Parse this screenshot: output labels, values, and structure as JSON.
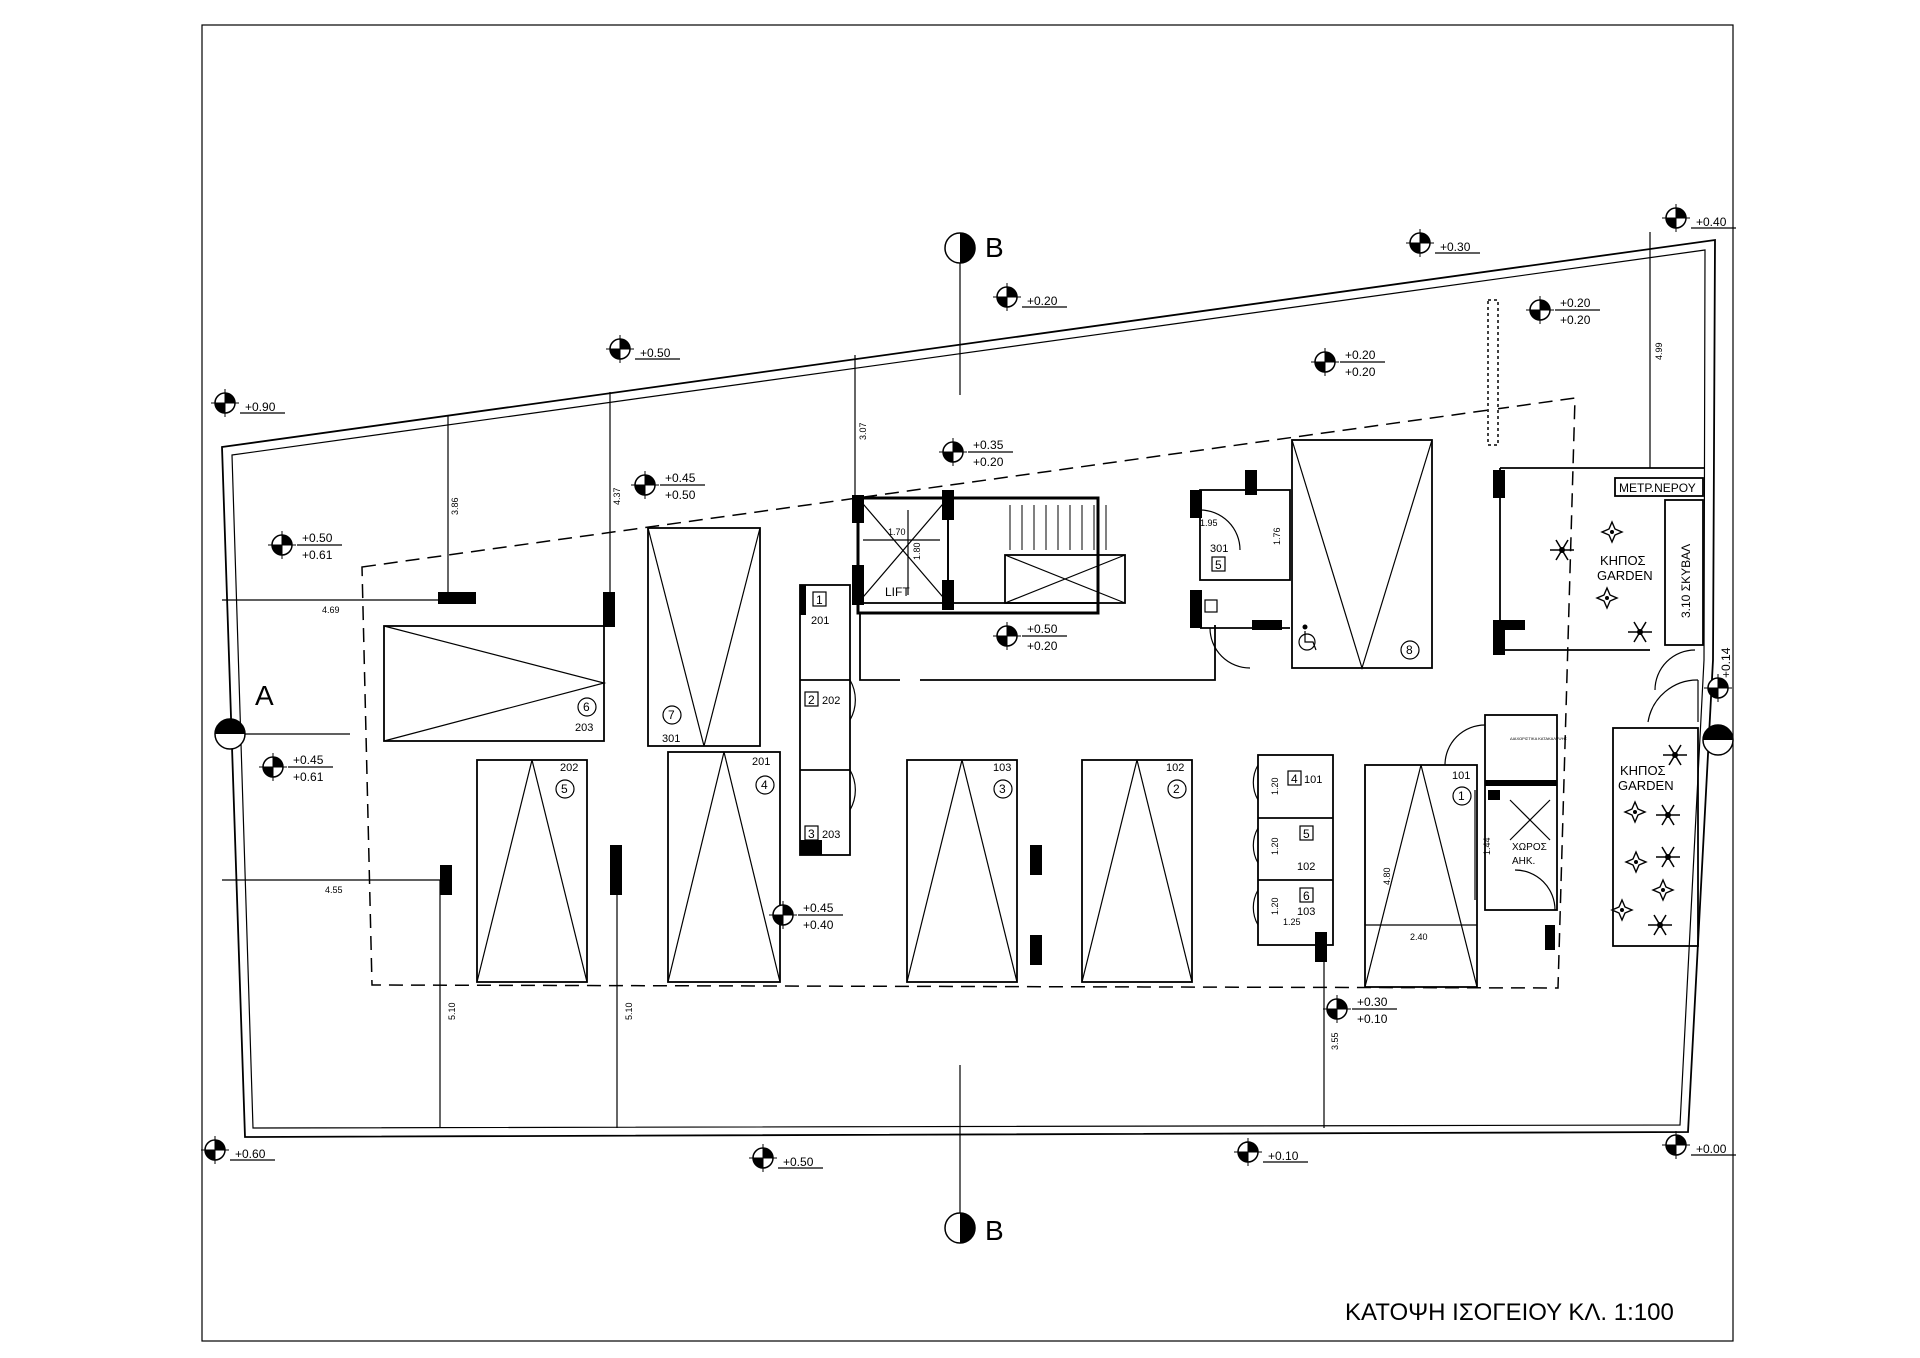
{
  "title": "ΚΑΤΟΨΗ ΙΣΟΓΕΙΟΥ ΚΛ. 1:100",
  "sections": {
    "a": "A",
    "b": "B"
  },
  "lift_label": "LIFT",
  "water_meter": "ΜΕΤΡ.ΝΕΡΟΥ",
  "garden": {
    "gr": "ΚΗΠΟΣ",
    "en": "GARDEN"
  },
  "bins": "3.10 ΣΚΥΒΑΛ",
  "storage": {
    "l1": "ΧΩΡΟΣ",
    "l2": "ΑΗΚ."
  },
  "small_note": "ΔΙΑΧΩΡΙΣΤΙΚΑ ΚΑΤΑΚΑΛΥΨΗΣ",
  "levels": [
    {
      "id": "l1",
      "a": "+0.90"
    },
    {
      "id": "l2",
      "a": "+0.50"
    },
    {
      "id": "l3",
      "a": "+0.20"
    },
    {
      "id": "l4",
      "a": "+0.30"
    },
    {
      "id": "l5",
      "a": "+0.40"
    },
    {
      "id": "l6",
      "a": "+0.20",
      "b": "+0.20"
    },
    {
      "id": "l7",
      "a": "+0.20",
      "b": "+0.20"
    },
    {
      "id": "l8",
      "a": "+0.35",
      "b": "+0.20"
    },
    {
      "id": "l9",
      "a": "+0.45",
      "b": "+0.50"
    },
    {
      "id": "l10",
      "a": "+0.50",
      "b": "+0.61"
    },
    {
      "id": "l11",
      "a": "+0.45",
      "b": "+0.61"
    },
    {
      "id": "l12",
      "a": "+0.50",
      "b": "+0.20"
    },
    {
      "id": "l13",
      "a": "+0.45",
      "b": "+0.40"
    },
    {
      "id": "l14",
      "a": "+0.30",
      "b": "+0.10"
    },
    {
      "id": "l15",
      "a": "+0.60"
    },
    {
      "id": "l16",
      "a": "+0.50"
    },
    {
      "id": "l17",
      "a": "+0.10"
    },
    {
      "id": "l18",
      "a": "+0.00"
    },
    {
      "id": "l19",
      "a": "+0.14"
    }
  ],
  "dimensions": [
    {
      "id": "d1",
      "v": "3.86"
    },
    {
      "id": "d2",
      "v": "4.37"
    },
    {
      "id": "d3",
      "v": "3.07"
    },
    {
      "id": "d4",
      "v": "4.99"
    },
    {
      "id": "d5",
      "v": "4.69"
    },
    {
      "id": "d6",
      "v": "4.55"
    },
    {
      "id": "d7",
      "v": "5.10"
    },
    {
      "id": "d8",
      "v": "5.10"
    },
    {
      "id": "d9",
      "v": "3.55"
    },
    {
      "id": "d10",
      "v": "1.70"
    },
    {
      "id": "d11",
      "v": "1.80"
    },
    {
      "id": "d12",
      "v": "1.95"
    },
    {
      "id": "d13",
      "v": "1.76"
    },
    {
      "id": "d14",
      "v": "1.20"
    },
    {
      "id": "d15",
      "v": "1.20"
    },
    {
      "id": "d16",
      "v": "1.20"
    },
    {
      "id": "d17",
      "v": "1.25"
    },
    {
      "id": "d18",
      "v": "4.80"
    },
    {
      "id": "d19",
      "v": "2.40"
    },
    {
      "id": "d20",
      "v": "1.44"
    }
  ],
  "parking": [
    {
      "id": "p1",
      "num": "1",
      "apt": "101"
    },
    {
      "id": "p2",
      "num": "2",
      "apt": "102"
    },
    {
      "id": "p3",
      "num": "3",
      "apt": "103"
    },
    {
      "id": "p4",
      "num": "4",
      "apt": "201"
    },
    {
      "id": "p5",
      "num": "5",
      "apt": "202"
    },
    {
      "id": "p6",
      "num": "6",
      "apt": "203"
    },
    {
      "id": "p7",
      "num": "7",
      "apt": "301"
    },
    {
      "id": "p8",
      "num": "8",
      "apt": ""
    }
  ],
  "storerooms": [
    {
      "id": "s1",
      "num": "1",
      "apt": "201"
    },
    {
      "id": "s2",
      "num": "2",
      "apt": "202"
    },
    {
      "id": "s3",
      "num": "3",
      "apt": "203"
    },
    {
      "id": "s4",
      "num": "4",
      "apt": "101"
    },
    {
      "id": "s5",
      "num": "5",
      "apt": "102"
    },
    {
      "id": "s6",
      "num": "6",
      "apt": "103"
    },
    {
      "id": "s7",
      "num": "5",
      "apt": "301"
    }
  ]
}
